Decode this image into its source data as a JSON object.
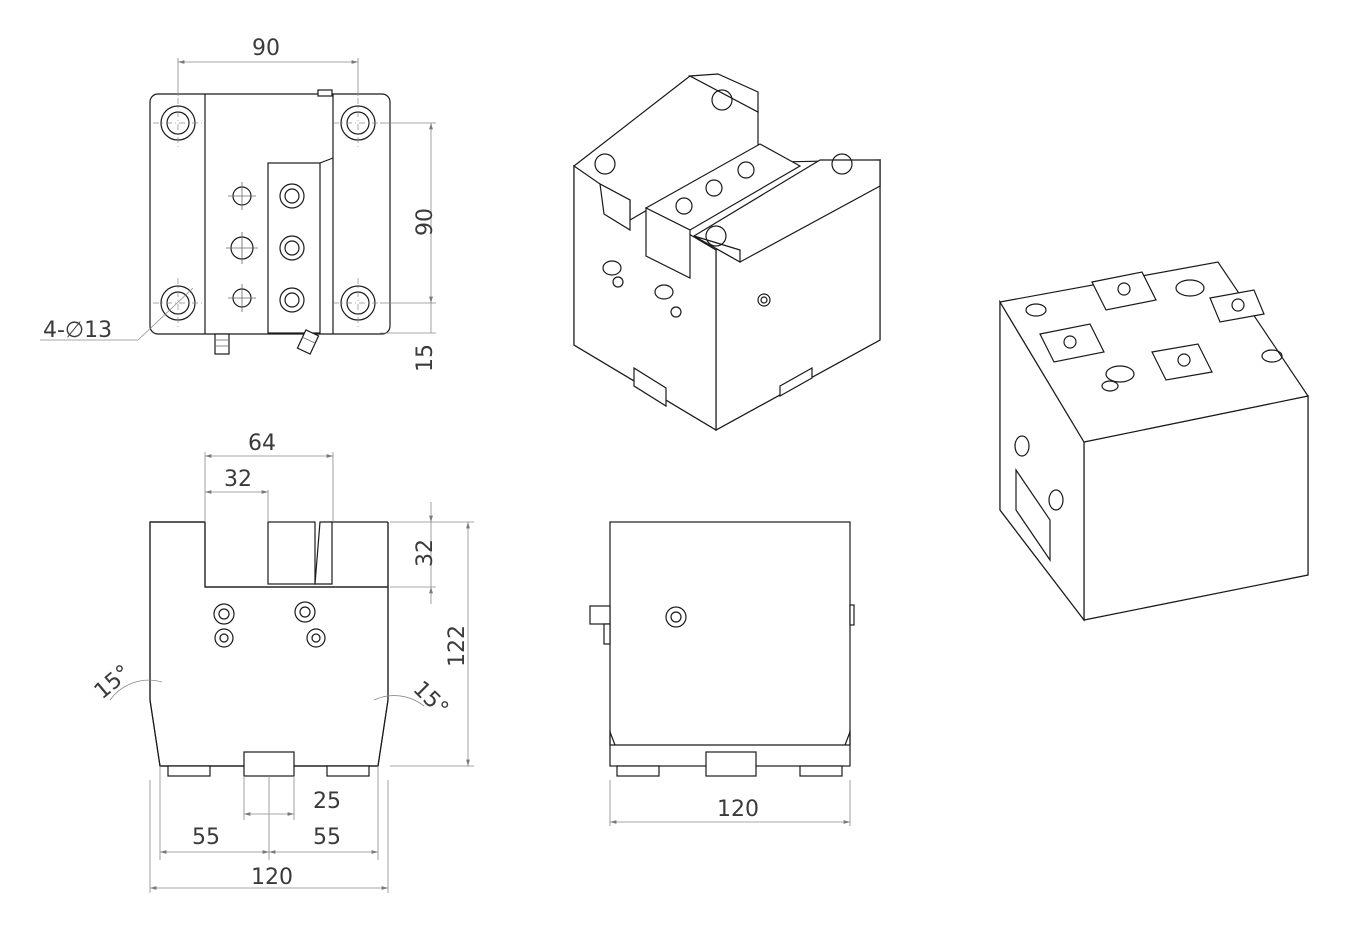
{
  "drawing": {
    "top_view": {
      "width_dim": "90",
      "height_dim": "90",
      "offset_dim": "15",
      "hole_callout": "4-∅13"
    },
    "front_view": {
      "slot_width_dim": "64",
      "slot_half_dim": "32",
      "slot_depth_dim": "32",
      "height_dim": "122",
      "angle_left": "15°",
      "angle_right": "15°",
      "center_dim": "25",
      "left_dim": "55",
      "right_dim": "55",
      "width_dim": "120"
    },
    "side_view": {
      "width_dim": "120"
    },
    "isometric_views": [
      "isometric-view-1",
      "isometric-view-2"
    ]
  }
}
